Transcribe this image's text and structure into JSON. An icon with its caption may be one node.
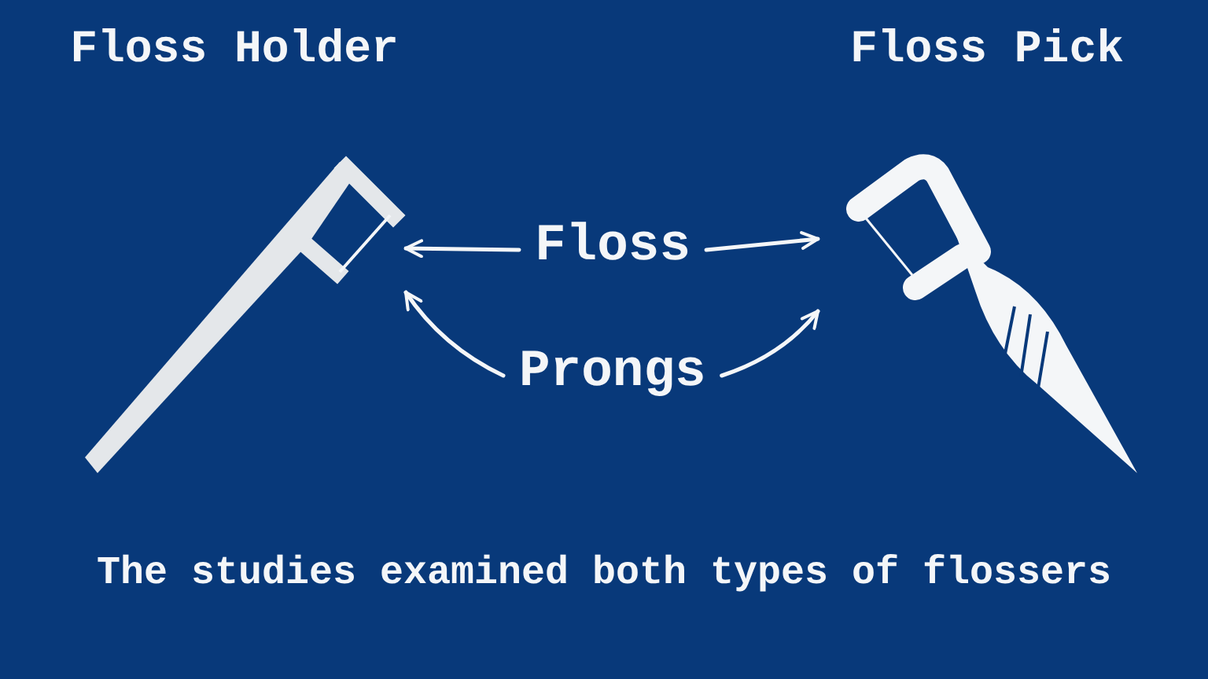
{
  "diagram": {
    "caption": "The studies examined both types of flossers",
    "nodes": [
      {
        "text": [
          "Floss Holder"
        ]
      },
      {
        "text": [
          "Floss Pick"
        ]
      },
      {
        "text": [
          "Floss"
        ]
      },
      {
        "text": [
          "Prongs"
        ]
      }
    ],
    "edges": [
      {
        "from": 2,
        "to": 0,
        "arrow": "to"
      },
      {
        "from": 3,
        "to": 0,
        "arrow": "to"
      },
      {
        "from": 2,
        "to": 1,
        "arrow": "to"
      },
      {
        "from": 3,
        "to": 1,
        "arrow": "to"
      }
    ]
  }
}
